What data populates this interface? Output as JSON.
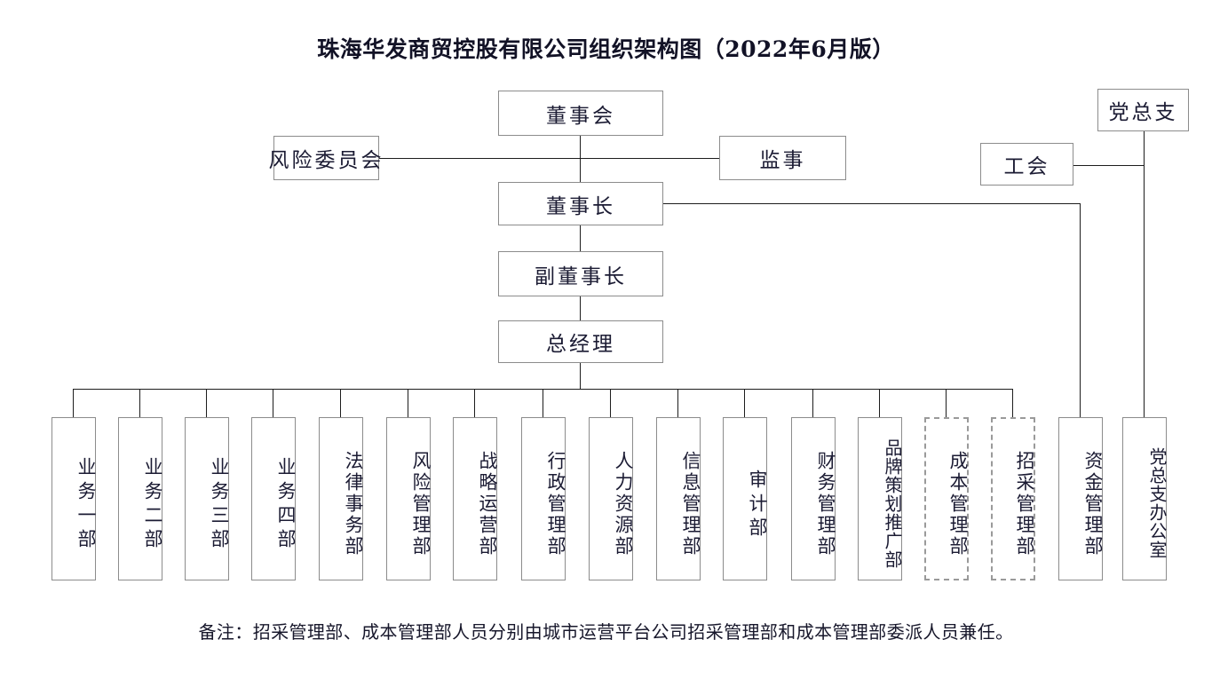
{
  "title": "珠海华发商贸控股有限公司组织架构图（2022年6月版）",
  "footnote": "备注：招采管理部、成本管理部人员分别由城市运营平台公司招采管理部和成本管理部委派人员兼任。",
  "top_nodes": {
    "board": "董事会",
    "risk_committee": "风险委员会",
    "supervisor": "监事",
    "chairman": "董事长",
    "vice_chairman": "副董事长",
    "general_manager": "总经理",
    "party_branch": "党总支",
    "labor_union": "工会"
  },
  "departments": [
    {
      "label": "业务一部",
      "style": "solid"
    },
    {
      "label": "业务二部",
      "style": "solid"
    },
    {
      "label": "业务三部",
      "style": "solid"
    },
    {
      "label": "业务四部",
      "style": "solid"
    },
    {
      "label": "法律事务部",
      "style": "solid"
    },
    {
      "label": "风险管理部",
      "style": "solid"
    },
    {
      "label": "战略运营部",
      "style": "solid"
    },
    {
      "label": "行政管理部",
      "style": "solid"
    },
    {
      "label": "人力资源部",
      "style": "solid"
    },
    {
      "label": "信息管理部",
      "style": "solid"
    },
    {
      "label": "审计部",
      "style": "solid"
    },
    {
      "label": "财务管理部",
      "style": "solid"
    },
    {
      "label": "品牌策划推广部",
      "style": "solid"
    },
    {
      "label": "成本管理部",
      "style": "dashed"
    },
    {
      "label": "招采管理部",
      "style": "dashed"
    },
    {
      "label": "资金管理部",
      "style": "solid"
    },
    {
      "label": "党总支办公室",
      "style": "solid"
    }
  ],
  "colors": {
    "box_border": "#8c8c8c",
    "dashed_border": "#9a9a9a",
    "line": "#1d1d1d",
    "text": "#1b1b33",
    "background": "#ffffff"
  }
}
